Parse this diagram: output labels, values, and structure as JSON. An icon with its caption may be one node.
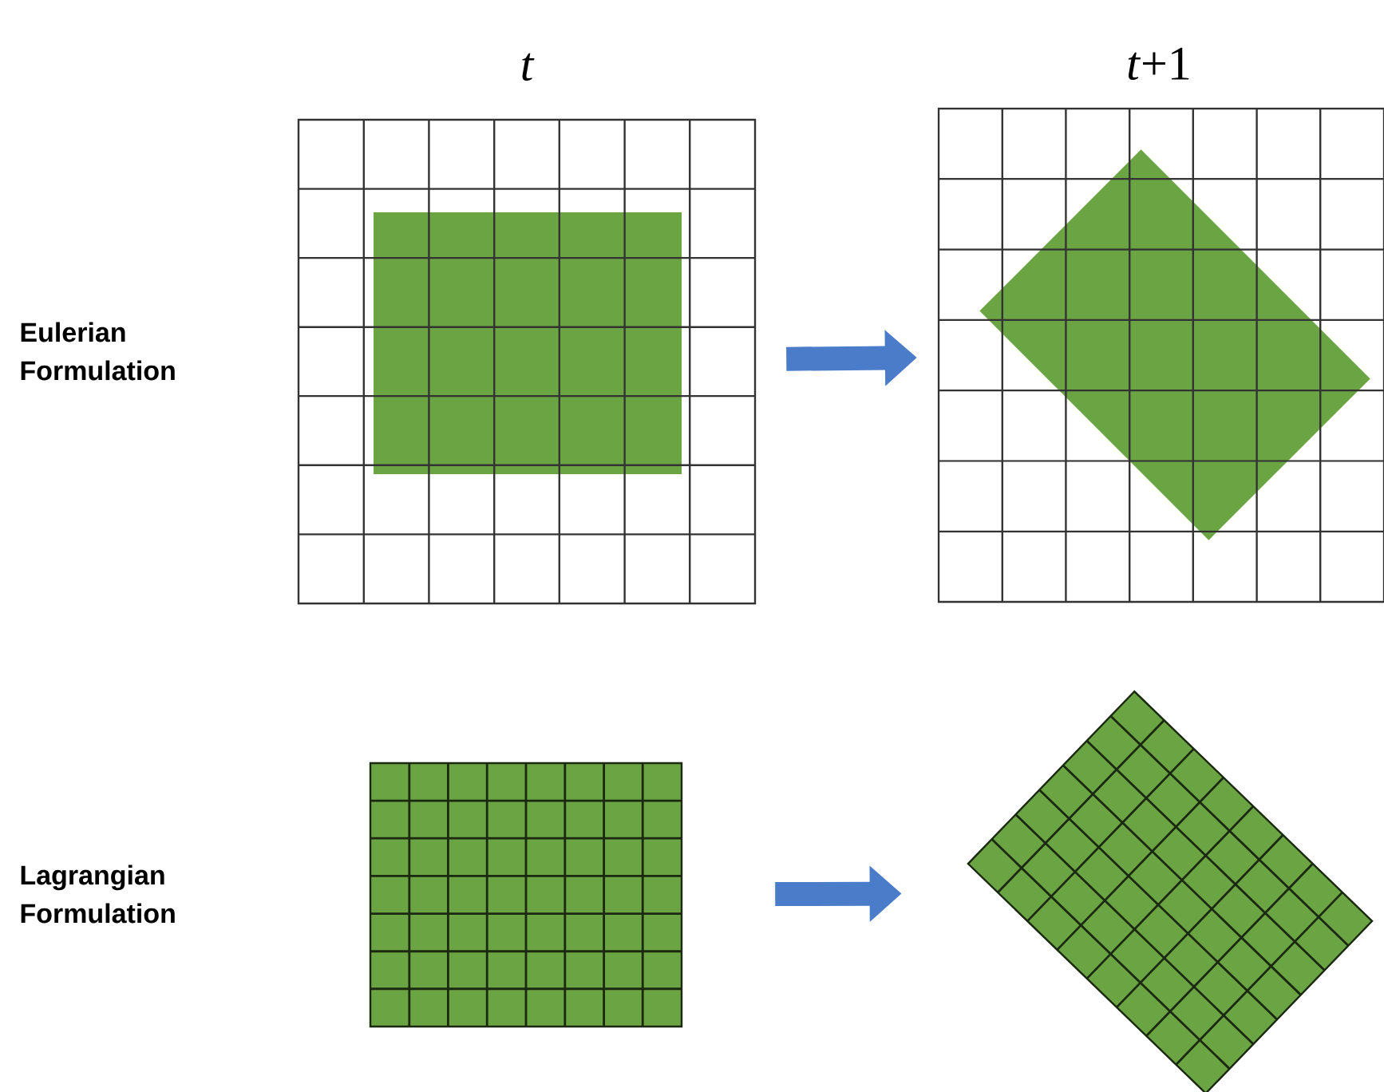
{
  "diagram": {
    "nodes": [
      {
        "text": [],
        "shape": "box"
      },
      {
        "text": [],
        "shape": "box"
      },
      {
        "text": [],
        "shape": "box"
      },
      {
        "text": [],
        "shape": "box"
      }
    ],
    "edges": [
      {
        "from": 0,
        "to": 1,
        "arrow": "to"
      },
      {
        "from": 2,
        "to": 3,
        "arrow": "to"
      }
    ],
    "labels": [
      "t",
      "*t*+1",
      "Eulerian Formulation",
      "Lagrangian Formulation"
    ]
  }
}
